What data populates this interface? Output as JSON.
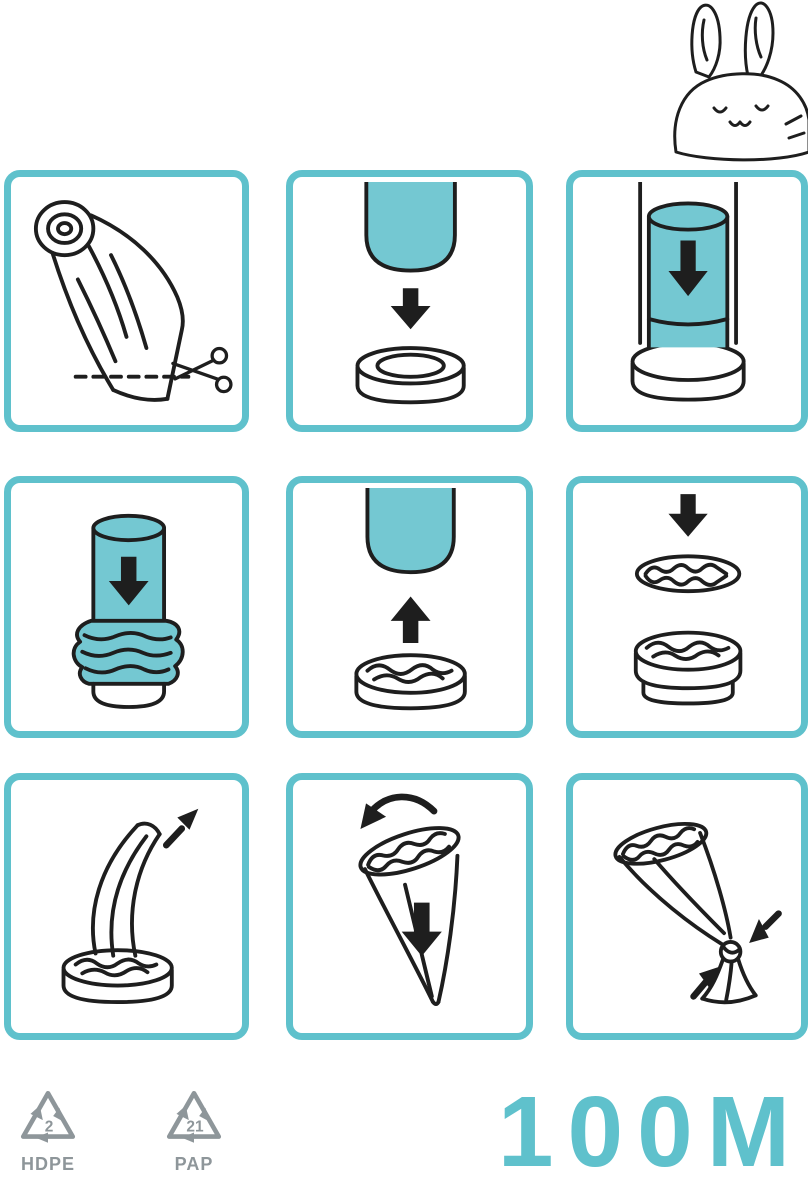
{
  "colors": {
    "accent": "#5fc1cc",
    "teal_fill": "#74c8d2",
    "line": "#1e1e1e",
    "muted": "#8e969a"
  },
  "mascot": {
    "name": "bunny"
  },
  "steps": [
    {
      "index": 1,
      "name": "cut-film-from-roll"
    },
    {
      "index": 2,
      "name": "position-pusher-over-adapter-ring"
    },
    {
      "index": 3,
      "name": "push-film-roll-into-adapter-ring"
    },
    {
      "index": 4,
      "name": "press-gathered-film-down"
    },
    {
      "index": 5,
      "name": "lift-pusher-away"
    },
    {
      "index": 6,
      "name": "place-crimped-disc-on-ring"
    },
    {
      "index": 7,
      "name": "pull-film-bag-upward"
    },
    {
      "index": 8,
      "name": "film-bag-hangs-from-disc"
    },
    {
      "index": 9,
      "name": "knot-bag-end"
    }
  ],
  "footer": {
    "recycling_marks": [
      {
        "code": "2",
        "material": "HDPE"
      },
      {
        "code": "21",
        "material": "PAP"
      }
    ],
    "length_label": "100M"
  }
}
